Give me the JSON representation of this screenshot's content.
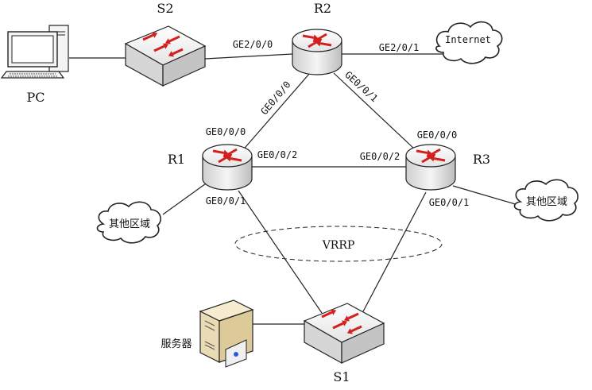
{
  "devices": {
    "pc": "PC",
    "s2": "S2",
    "r2": "R2",
    "r1": "R1",
    "r3": "R3",
    "s1": "S1",
    "server": "服务器"
  },
  "clouds": {
    "internet": "Internet",
    "other_left": "其他区域",
    "other_right": "其他区域"
  },
  "ports": {
    "r2_ge200": "GE2/0/0",
    "r2_ge201": "GE2/0/1",
    "r2_ge000": "GE0/0/0",
    "r2_ge001": "GE0/0/1",
    "r1_ge000": "GE0/0/0",
    "r1_ge002": "GE0/0/2",
    "r1_ge001": "GE0/0/1",
    "r3_ge000": "GE0/0/0",
    "r3_ge002": "GE0/0/2",
    "r3_ge001": "GE0/0/1"
  },
  "vrrp": "VRRP",
  "colors": {
    "arrow": "#d41f1f",
    "device_top": "#f2f2f2",
    "device_side": "#d8d8d8",
    "line": "#222222"
  }
}
